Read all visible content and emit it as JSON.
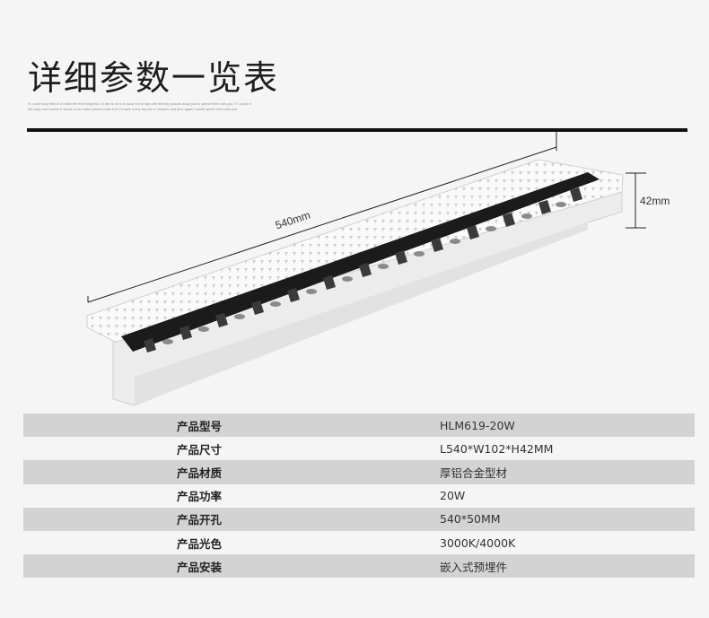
{
  "title": "详细参数一览表",
  "subtitle_lines": [
    "If I could stop time in a bottle the first thing that I'd like to do is to save every day until eternity passes away just to spend them with you. If I could m",
    "ake days last forever if words could make wishes come true I'd save every day like a treasure and then again I would spend them with you"
  ],
  "dimensions": {
    "length": "540mm",
    "height": "42mm"
  },
  "specs": [
    {
      "key": "产品型号",
      "value": "HLM619-20W"
    },
    {
      "key": "产品尺寸",
      "value": "L540*W102*H42MM"
    },
    {
      "key": "产品材质",
      "value": "厚铝合金型材"
    },
    {
      "key": "产品功率",
      "value": "20W"
    },
    {
      "key": "产品开孔",
      "value": "540*50MM"
    },
    {
      "key": "产品光色",
      "value": "3000K/4000K"
    },
    {
      "key": "产品安装",
      "value": "嵌入式预埋件"
    }
  ],
  "colors": {
    "rule": "#111111",
    "row_shaded": "#d3d3d3",
    "background": "#f5f5f5"
  }
}
